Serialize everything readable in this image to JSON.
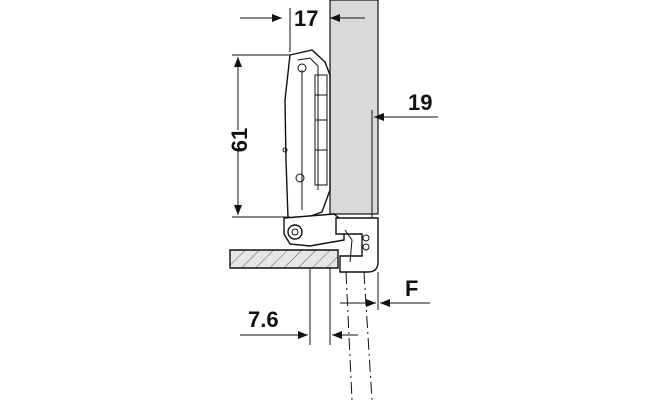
{
  "drawing": {
    "dimensions": {
      "door_thickness": "17",
      "frame_offset": "19",
      "hinge_height": "61",
      "inset_distance": "7.6",
      "gap": "F"
    },
    "colors": {
      "line": "#111111",
      "door_fill": "#d9d9d9",
      "background": "#ffffff"
    }
  }
}
